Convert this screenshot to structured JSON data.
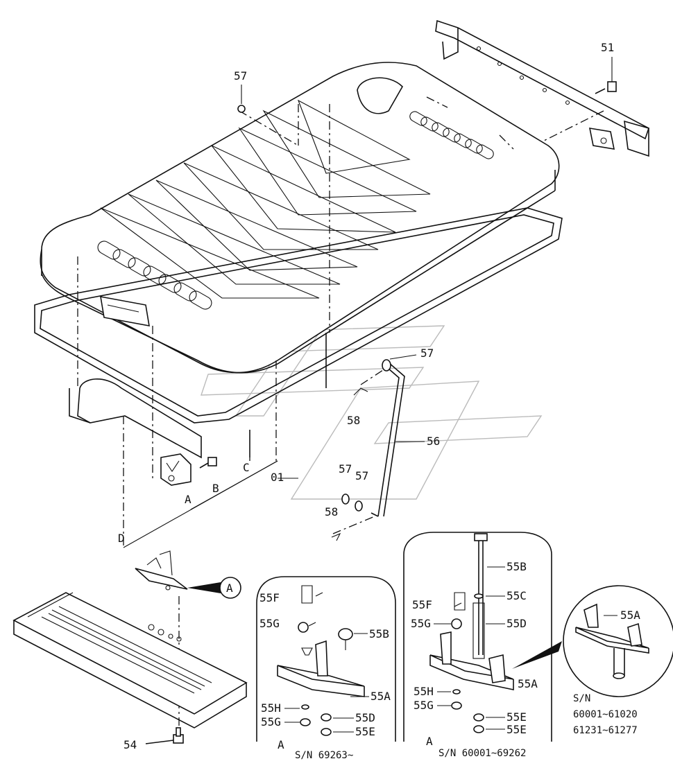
{
  "callouts": {
    "p01": "01",
    "p51": "51",
    "p54": "54",
    "p55A_main": "55A",
    "p55A_inset": "55A",
    "p55A_zoom": "55A",
    "p55B_a": "55B",
    "p55B_b": "55B",
    "p55C": "55C",
    "p55D_a": "55D",
    "p55D_b": "55D",
    "p55E_a": "55E",
    "p55E_b": "55E",
    "p55E_c": "55E",
    "p55F_a": "55F",
    "p55F_b": "55F",
    "p55G_a": "55G",
    "p55G_b": "55G",
    "p55G_c": "55G",
    "p55G_d": "55G",
    "p55H_a": "55H",
    "p55H_b": "55H",
    "p56": "56",
    "p57_a": "57",
    "p57_b": "57",
    "p57_c": "57",
    "p57_d": "57",
    "p58_a": "58",
    "p58_b": "58"
  },
  "refs": {
    "A_main": "A",
    "B_main": "B",
    "C_main": "C",
    "D_main": "D",
    "A_circle": "A",
    "A_inset1": "A",
    "A_inset2": "A"
  },
  "serials": {
    "inset1": "S/N 69263~",
    "inset2": "S/N 60001~69262",
    "zoom_head": "S/N",
    "zoom_line1": "60001~61020",
    "zoom_line2": "61231~61277"
  }
}
